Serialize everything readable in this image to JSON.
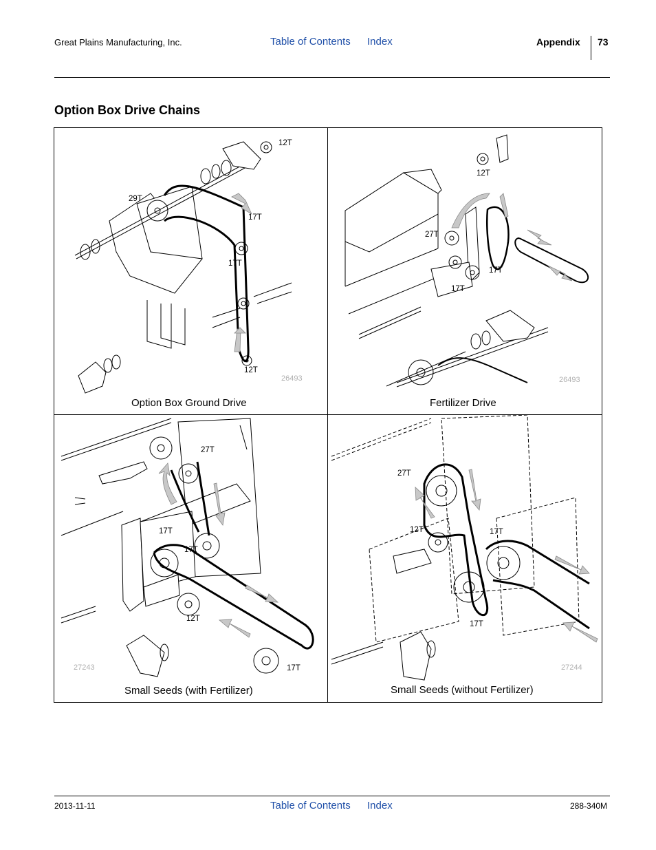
{
  "header": {
    "company": "Great Plains Manufacturing, Inc.",
    "toc_link": "Table of Contents",
    "index_link": "Index",
    "section": "Appendix",
    "page_number": "73"
  },
  "section_title": "Option Box Drive Chains",
  "panels": [
    {
      "caption": "Option Box Ground Drive",
      "figure_number": "26493",
      "labels": [
        "12T",
        "29T",
        "17T",
        "17T",
        "12T"
      ]
    },
    {
      "caption": "Fertilizer Drive",
      "figure_number": "26493",
      "labels": [
        "12T",
        "27T",
        "17T",
        "17T"
      ]
    },
    {
      "caption": "Small Seeds (with Fertilizer)",
      "figure_number": "27243",
      "labels": [
        "27T",
        "17T",
        "17T",
        "12T",
        "17T"
      ]
    },
    {
      "caption": "Small Seeds (without Fertilizer)",
      "figure_number": "27244",
      "labels": [
        "27T",
        "12T",
        "17T",
        "17T"
      ]
    }
  ],
  "footer": {
    "date": "2013-11-11",
    "toc_link": "Table of Contents",
    "index_link": "Index",
    "doc_number": "288-340M"
  }
}
